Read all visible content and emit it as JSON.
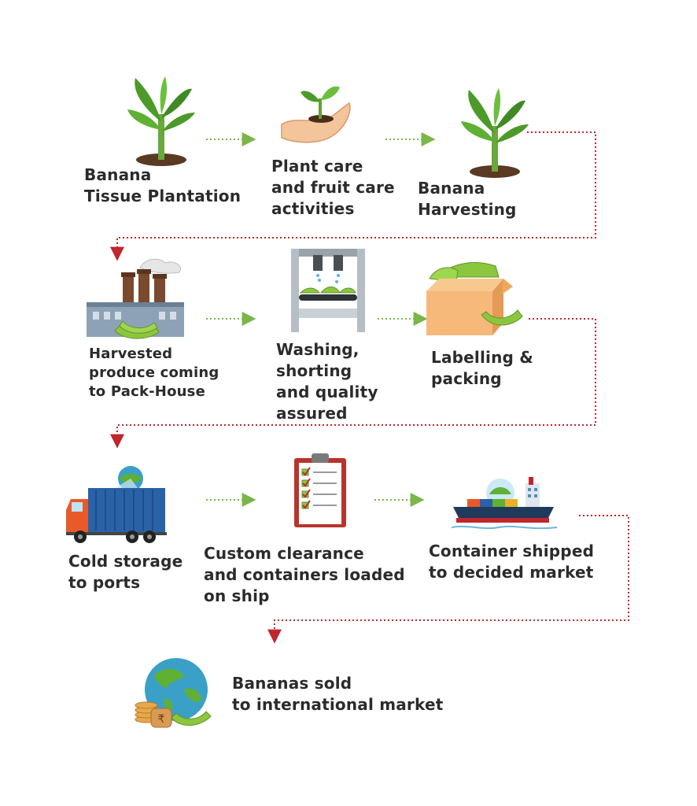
{
  "steps": [
    {
      "id": "tissue",
      "label": "Banana\nTissue Plantation",
      "icon": "banana-plant-icon"
    },
    {
      "id": "plant-care",
      "label": "Plant care\nand fruit care\nactivities",
      "icon": "seedling-hand-icon"
    },
    {
      "id": "harvesting",
      "label": "Banana\nHarvesting",
      "icon": "banana-plant-icon"
    },
    {
      "id": "pack-house",
      "label": "Harvested\nproduce coming\nto Pack-House",
      "icon": "factory-icon"
    },
    {
      "id": "washing",
      "label": "Washing,\nshorting\nand quality\nassured",
      "icon": "washing-machine-icon"
    },
    {
      "id": "packing",
      "label": "Labelling &\npacking",
      "icon": "box-icon"
    },
    {
      "id": "cold-storage",
      "label": "Cold storage\nto ports",
      "icon": "truck-icon"
    },
    {
      "id": "customs",
      "label": "Custom clearance\nand containers loaded\non ship",
      "icon": "clipboard-icon"
    },
    {
      "id": "shipped",
      "label": "Container shipped\nto decided market",
      "icon": "ship-icon"
    },
    {
      "id": "sold",
      "label": "Bananas sold\nto international market",
      "icon": "globe-icon"
    }
  ],
  "colors": {
    "green_arrow": "#7ab648",
    "red_connector": "#c0262d",
    "text": "#2b2b2b",
    "leaf_green": "#4c9a2a",
    "banana_green": "#8cc63f"
  }
}
